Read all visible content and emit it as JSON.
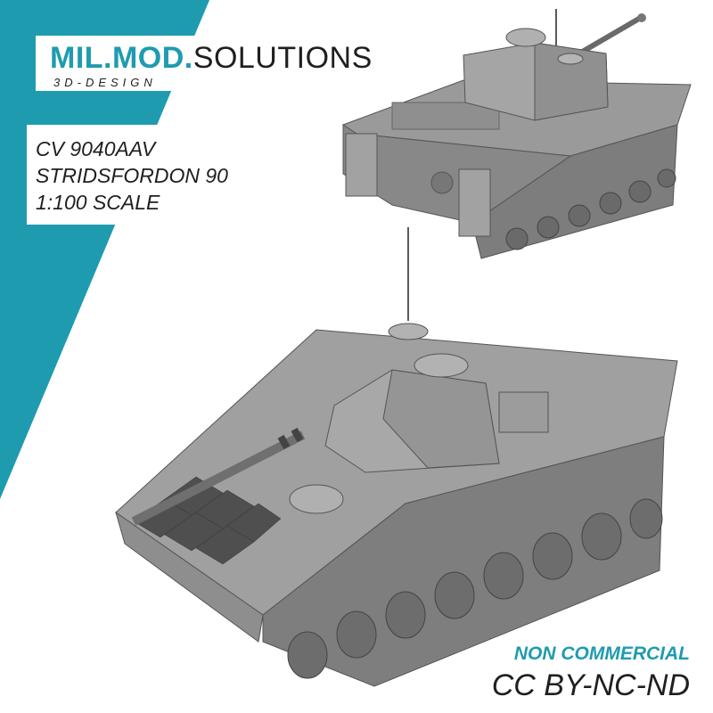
{
  "brand": {
    "name_part1": "MIL.MOD.",
    "name_part2": "SOLUTIONS",
    "subtitle": "3D-DESIGN",
    "accent_color": "#1f9bb0"
  },
  "model_spec": {
    "line1": "CV 9040AAV",
    "line2": "STRIDSFORDON 90",
    "line3": "1:100 SCALE"
  },
  "license": {
    "type": "NON COMMERCIAL",
    "code": "CC BY-NC-ND"
  },
  "images": [
    {
      "name": "vehicle-rear-view"
    },
    {
      "name": "vehicle-front-view"
    }
  ]
}
